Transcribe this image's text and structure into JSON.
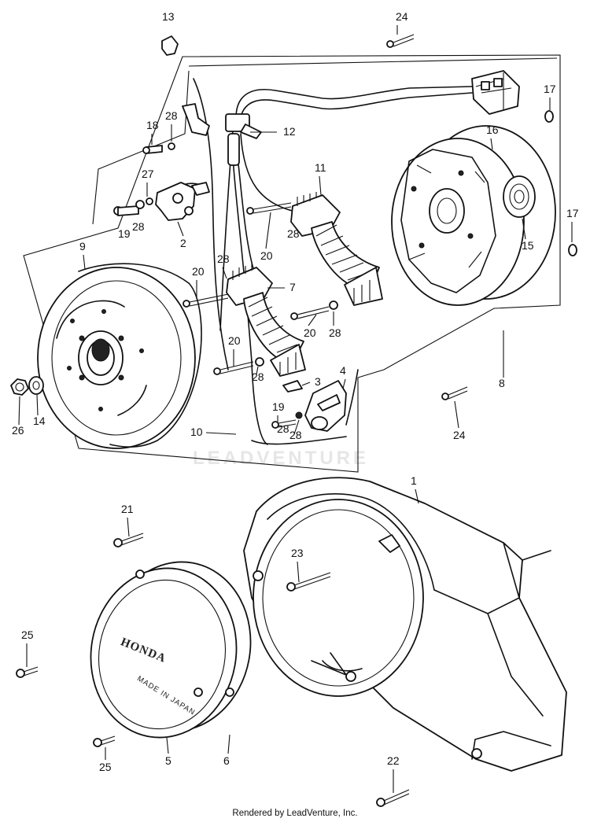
{
  "watermark": "LEADVENTURE",
  "footer": "Rendered by LeadVenture, Inc.",
  "cover_emboss": {
    "brand": "HONDA",
    "origin": "MADE IN JAPAN"
  },
  "callouts": [
    "13",
    "24",
    "17",
    "16",
    "18",
    "28",
    "12",
    "11",
    "27",
    "19",
    "28",
    "2",
    "28",
    "20",
    "15",
    "17",
    "9",
    "20",
    "28",
    "7",
    "20",
    "28",
    "28",
    "20",
    "28",
    "3",
    "4",
    "8",
    "19",
    "28",
    "26",
    "14",
    "24",
    "10",
    "1",
    "21",
    "23",
    "25",
    "25",
    "5",
    "6",
    "22"
  ]
}
